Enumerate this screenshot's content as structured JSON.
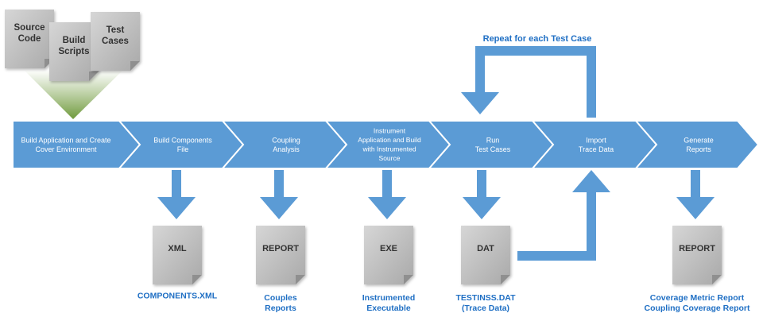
{
  "input_docs": [
    {
      "label": "Source\nCode"
    },
    {
      "label": "Build\nScripts"
    },
    {
      "label": "Test\nCases"
    }
  ],
  "loop_label": "Repeat for each Test Case",
  "steps": [
    {
      "label": "Build Application and Create\nCover Environment"
    },
    {
      "label": "Build Components\nFile"
    },
    {
      "label": "Coupling\nAnalysis"
    },
    {
      "label": "Instrument\nApplication and Build\nwith Instrumented\nSource"
    },
    {
      "label": "Run\nTest Cases"
    },
    {
      "label": "Import\nTrace Data"
    },
    {
      "label": "Generate\nReports"
    }
  ],
  "outputs": [
    {
      "doc": "XML",
      "caption": "COMPONENTS.XML"
    },
    {
      "doc": "REPORT",
      "caption": "Couples\nReports"
    },
    {
      "doc": "EXE",
      "caption": "Instrumented\nExecutable"
    },
    {
      "doc": "DAT",
      "caption": "TESTINSS.DAT\n(Trace Data)"
    },
    {
      "doc": "REPORT",
      "caption": "Coverage Metric Report\nCoupling Coverage Report"
    }
  ],
  "colors": {
    "chevron": "#5b9bd5",
    "chevron_text": "#ffffff",
    "arrow": "#5b9bd5",
    "caption": "#1f6fc4",
    "doc_fill": "#bdbdbd",
    "doc_dark": "#8f8f8f",
    "funnel": "#6f9a3c"
  }
}
